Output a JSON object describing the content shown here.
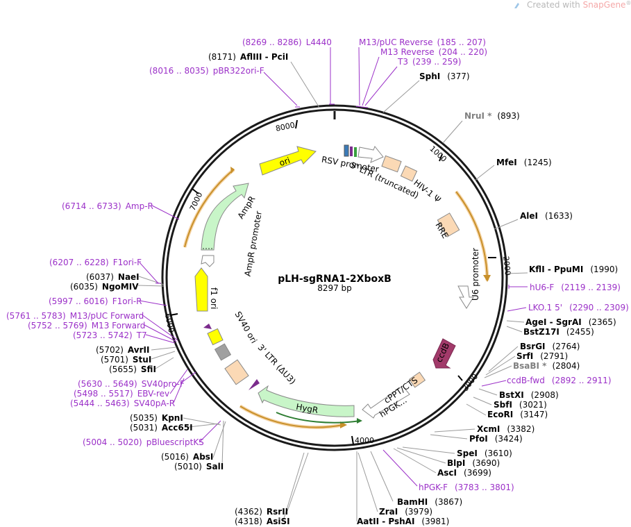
{
  "watermark": {
    "prefix": "Created with ",
    "brand": "SnapGene",
    "mark": "®"
  },
  "plasmid": {
    "name": "pLH-sgRNA1-2XboxB",
    "size": "8297 bp"
  },
  "ticks": [
    "1000",
    "2000",
    "3000",
    "4000",
    "6000",
    "7000",
    "8000"
  ],
  "features": [
    {
      "label": "ori"
    },
    {
      "label": "AmpR"
    },
    {
      "label": "AmpR promoter"
    },
    {
      "label": "f1 ori"
    },
    {
      "label": "SV40 ori"
    },
    {
      "label": "3' LTR (ΔU3)"
    },
    {
      "label": "HygR"
    },
    {
      "label": "hPGK..."
    },
    {
      "label": "cPPT/CTS"
    },
    {
      "label": "ccdB"
    },
    {
      "label": "U6 promoter"
    },
    {
      "label": "RRE"
    },
    {
      "label": "HIV-1 Ψ"
    },
    {
      "label": "5' LTR (truncated)"
    },
    {
      "label": "RSV promoter"
    }
  ],
  "sites": [
    {
      "pos": "(8269 .. 8286)",
      "name": "L4440",
      "kind": "primer"
    },
    {
      "pos": "(8171)",
      "name": "AflIII - PciI",
      "kind": "enzyme"
    },
    {
      "pos": "(8016 .. 8035)",
      "name": "pBR322ori-F",
      "kind": "primer"
    },
    {
      "name": "M13/pUC Reverse",
      "pos": "(185 .. 207)",
      "kind": "primer"
    },
    {
      "name": "M13 Reverse",
      "pos": "(204 .. 220)",
      "kind": "primer"
    },
    {
      "name": "T3",
      "pos": "(239 .. 259)",
      "kind": "primer"
    },
    {
      "name": "SphI",
      "pos": "(377)",
      "kind": "enzyme"
    },
    {
      "name": "NruI *",
      "pos": "(893)",
      "kind": "grey"
    },
    {
      "name": "MfeI",
      "pos": "(1245)",
      "kind": "enzyme"
    },
    {
      "name": "AleI",
      "pos": "(1633)",
      "kind": "enzyme"
    },
    {
      "name": "KflI - PpuMI",
      "pos": "(1990)",
      "kind": "enzyme"
    },
    {
      "name": "hU6-F",
      "pos": "(2119 .. 2139)",
      "kind": "primer"
    },
    {
      "name": "LKO.1 5'",
      "pos": "(2290 .. 2309)",
      "kind": "primer"
    },
    {
      "name": "AgeI - SgrAI",
      "pos": "(2365)",
      "kind": "enzyme"
    },
    {
      "name": "BstZ17I",
      "pos": "(2455)",
      "kind": "enzyme"
    },
    {
      "name": "BsrGI",
      "pos": "(2764)",
      "kind": "enzyme"
    },
    {
      "name": "SrfI",
      "pos": "(2791)",
      "kind": "enzyme"
    },
    {
      "name": "BsaBI *",
      "pos": "(2804)",
      "kind": "grey"
    },
    {
      "name": "ccdB-fwd",
      "pos": "(2892 .. 2911)",
      "kind": "primer"
    },
    {
      "name": "BstXI",
      "pos": "(2908)",
      "kind": "enzyme"
    },
    {
      "name": "SbfI",
      "pos": "(3021)",
      "kind": "enzyme"
    },
    {
      "name": "EcoRI",
      "pos": "(3147)",
      "kind": "enzyme"
    },
    {
      "name": "XcmI",
      "pos": "(3382)",
      "kind": "enzyme"
    },
    {
      "name": "PfoI",
      "pos": "(3424)",
      "kind": "enzyme"
    },
    {
      "name": "SpeI",
      "pos": "(3610)",
      "kind": "enzyme"
    },
    {
      "name": "BlpI",
      "pos": "(3690)",
      "kind": "enzyme"
    },
    {
      "name": "AscI",
      "pos": "(3699)",
      "kind": "enzyme"
    },
    {
      "name": "hPGK-F",
      "pos": "(3783 .. 3801)",
      "kind": "primer"
    },
    {
      "name": "BamHI",
      "pos": "(3867)",
      "kind": "enzyme"
    },
    {
      "name": "ZraI",
      "pos": "(3979)",
      "kind": "enzyme"
    },
    {
      "name": "AatII - PshAI",
      "pos": "(3981)",
      "kind": "enzyme"
    },
    {
      "pos": "(4362)",
      "name": "RsrII",
      "kind": "enzyme"
    },
    {
      "pos": "(4318)",
      "name": "AsiSI",
      "kind": "enzyme"
    },
    {
      "pos": "(5016)",
      "name": "AbsI",
      "kind": "enzyme"
    },
    {
      "pos": "(5010)",
      "name": "SalI",
      "kind": "enzyme"
    },
    {
      "pos": "(5004 .. 5020)",
      "name": "pBluescriptKS",
      "kind": "primer"
    },
    {
      "pos": "(5035)",
      "name": "KpnI",
      "kind": "enzyme"
    },
    {
      "pos": "(5031)",
      "name": "Acc65I",
      "kind": "enzyme"
    },
    {
      "pos": "(5630 .. 5649)",
      "name": "SV40pro-F",
      "kind": "primer"
    },
    {
      "pos": "(5498 .. 5517)",
      "name": "EBV-rev",
      "kind": "primer"
    },
    {
      "pos": "(5444 .. 5463)",
      "name": "SV40pA-R",
      "kind": "primer"
    },
    {
      "pos": "(5702)",
      "name": "AvrII",
      "kind": "enzyme"
    },
    {
      "pos": "(5701)",
      "name": "StuI",
      "kind": "enzyme"
    },
    {
      "pos": "(5655)",
      "name": "SfiI",
      "kind": "enzyme"
    },
    {
      "pos": "(5761 .. 5783)",
      "name": "M13/pUC Forward",
      "kind": "primer"
    },
    {
      "pos": "(5752 .. 5769)",
      "name": "M13 Forward",
      "kind": "primer"
    },
    {
      "pos": "(5723 .. 5742)",
      "name": "T7",
      "kind": "primer"
    },
    {
      "pos": "(5997 .. 6016)",
      "name": "F1ori-R",
      "kind": "primer"
    },
    {
      "pos": "(6037)",
      "name": "NaeI",
      "kind": "enzyme"
    },
    {
      "pos": "(6035)",
      "name": "NgoMIV",
      "kind": "enzyme"
    },
    {
      "pos": "(6207 .. 6228)",
      "name": "F1ori-F",
      "kind": "primer"
    },
    {
      "pos": "(6714 .. 6733)",
      "name": "Amp-R",
      "kind": "primer"
    }
  ]
}
